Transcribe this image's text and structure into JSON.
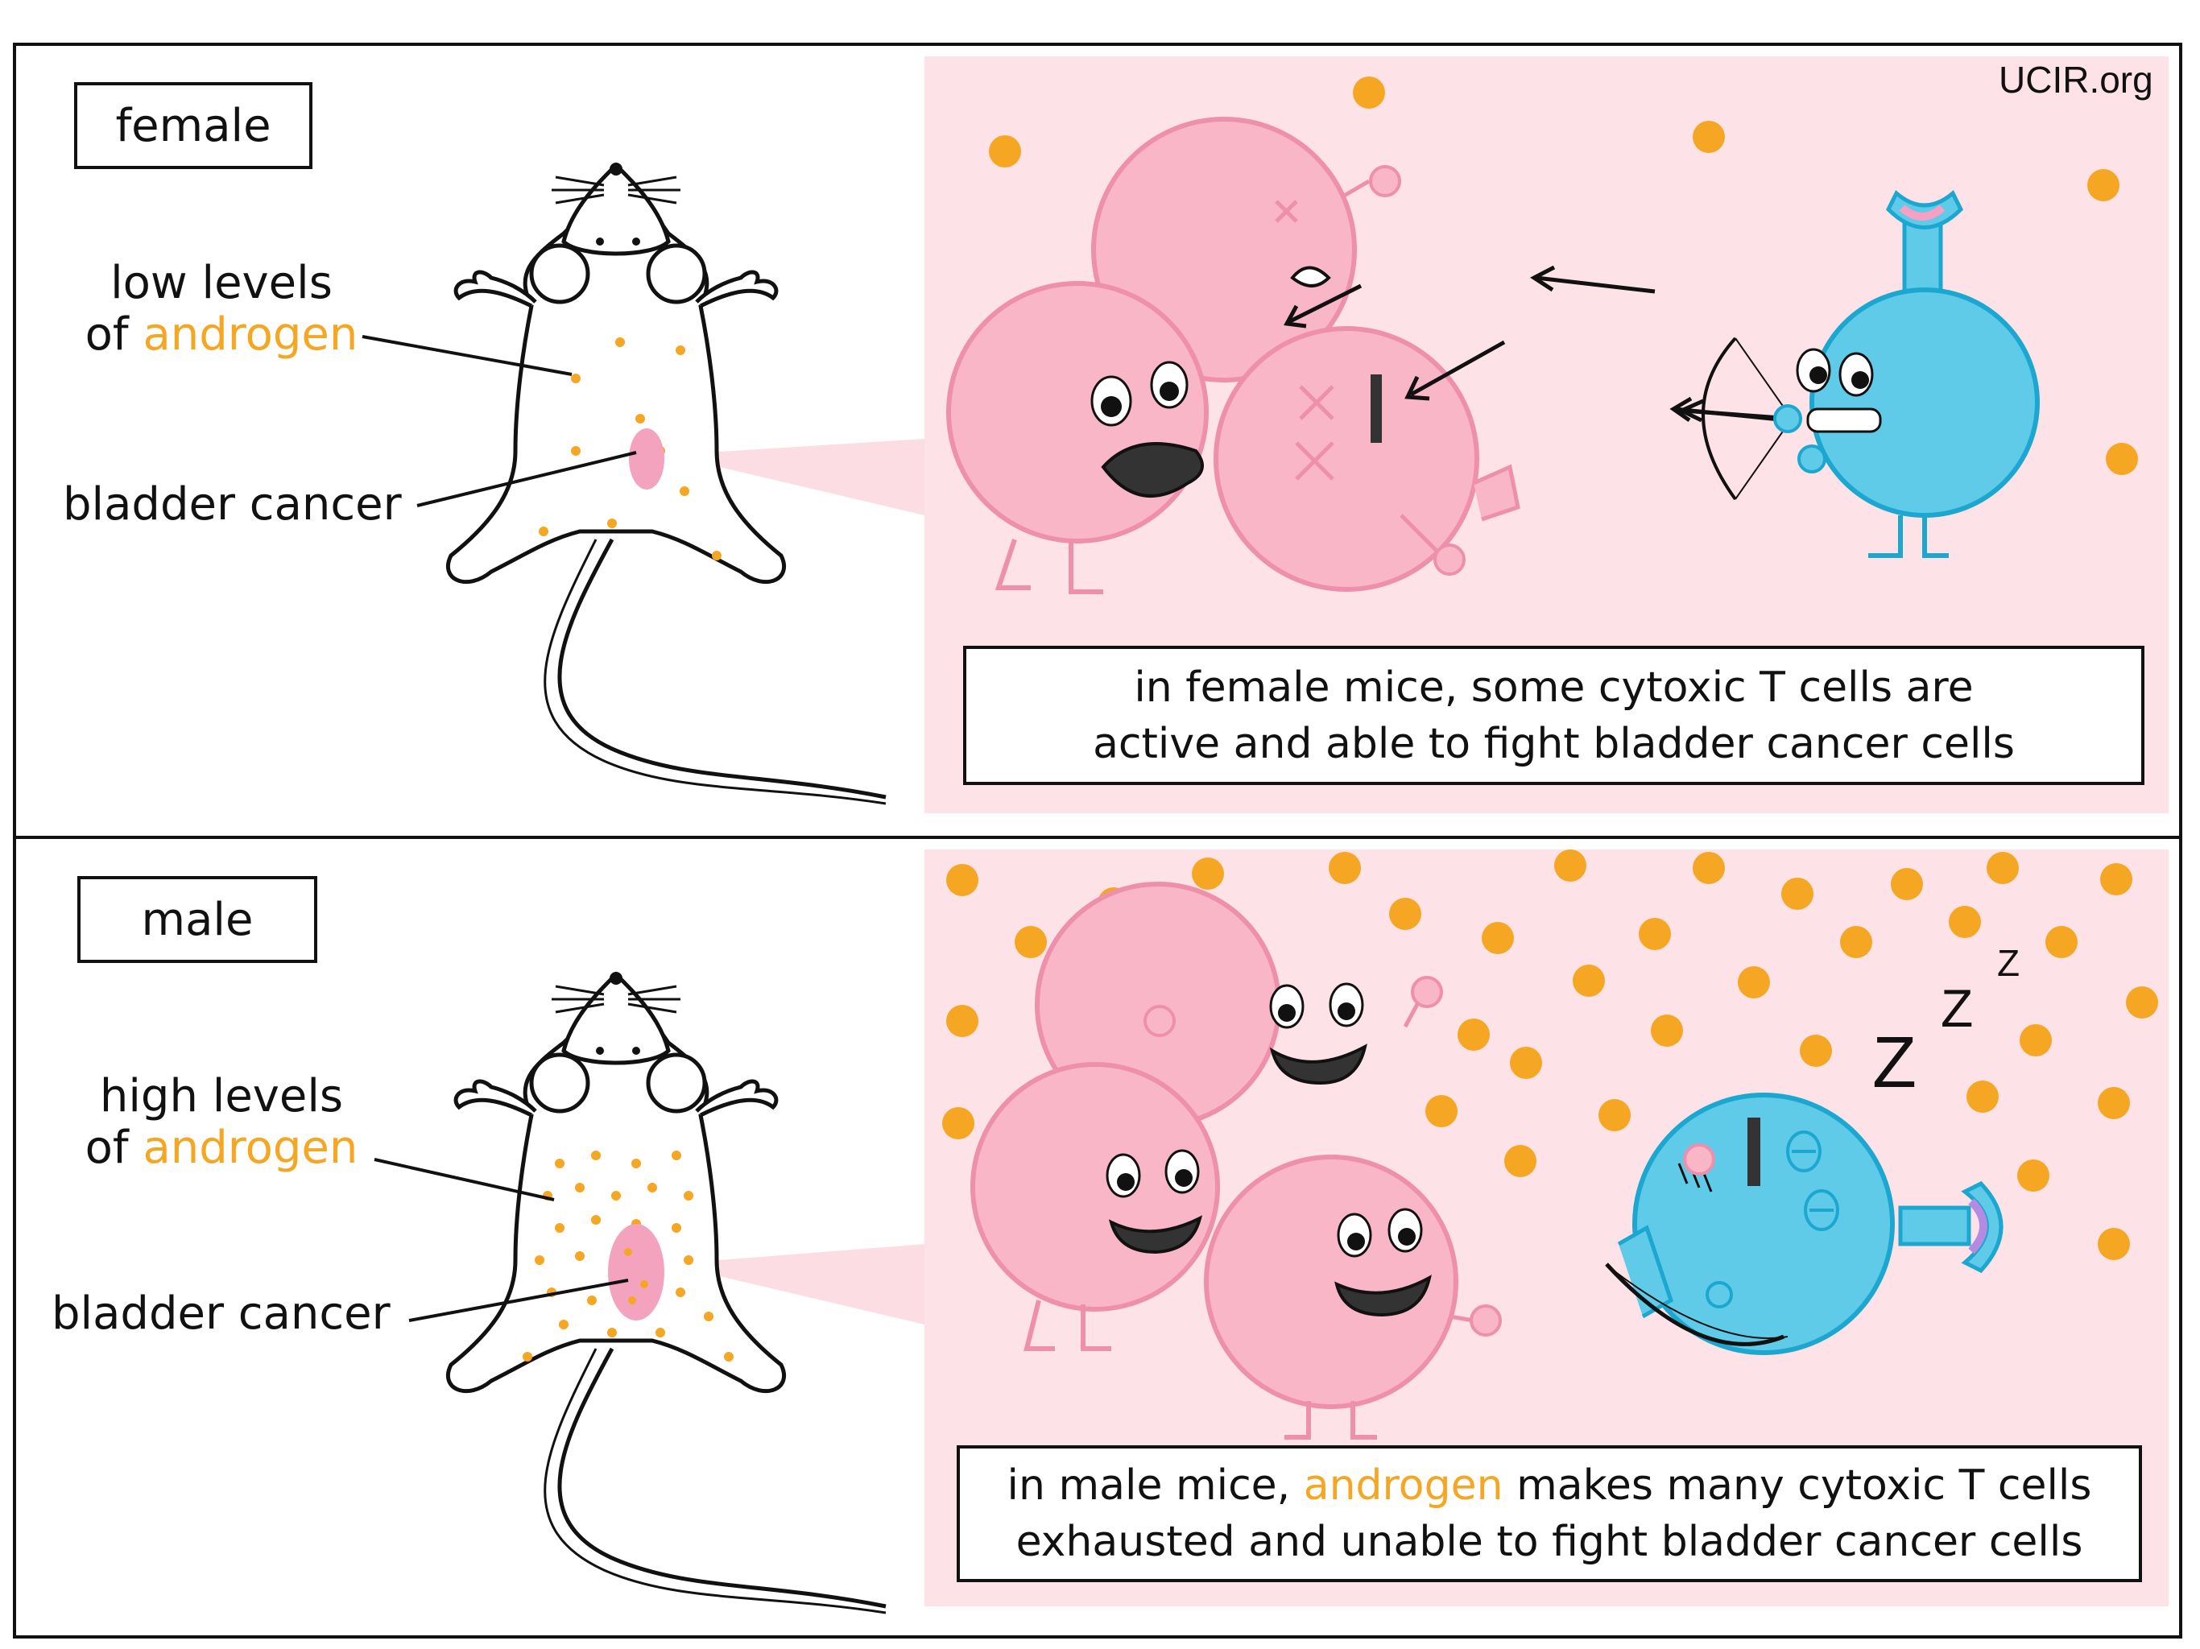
{
  "watermark": "UCIR.org",
  "colors": {
    "androgen": "#f5a623",
    "cancer_cell": "#f8b6c7",
    "cancer_cell_stroke": "#ee8fab",
    "t_cell": "#5fcbe8",
    "t_cell_stroke": "#1ba7cf",
    "panel_bg": "#fde3e8",
    "tumor": "#f4a3bf"
  },
  "female": {
    "label": "female",
    "androgen_line1": "low levels",
    "androgen_prefix": "of",
    "androgen_word": "androgen",
    "cancer_label": "bladder cancer",
    "caption_line1": "in female mice, some cytoxic T cells are",
    "caption_line2": "active and able to fight bladder cancer cells",
    "icons": [
      "mouse-icon",
      "cancer-cell-icon",
      "t-cell-archer-icon",
      "arrow-icon"
    ]
  },
  "male": {
    "label": "male",
    "androgen_line1": "high levels",
    "androgen_prefix": "of",
    "androgen_word": "androgen",
    "cancer_label": "bladder cancer",
    "caption_prefix": "in male mice,",
    "caption_androgen": "androgen",
    "caption_rest": "makes many cytoxic T cells",
    "caption_line2": "exhausted and unable to fight bladder cancer cells",
    "sleep_letters": [
      "Z",
      "Z",
      "Z"
    ],
    "icons": [
      "mouse-icon",
      "cancer-cell-icon",
      "sleeping-t-cell-icon"
    ]
  }
}
